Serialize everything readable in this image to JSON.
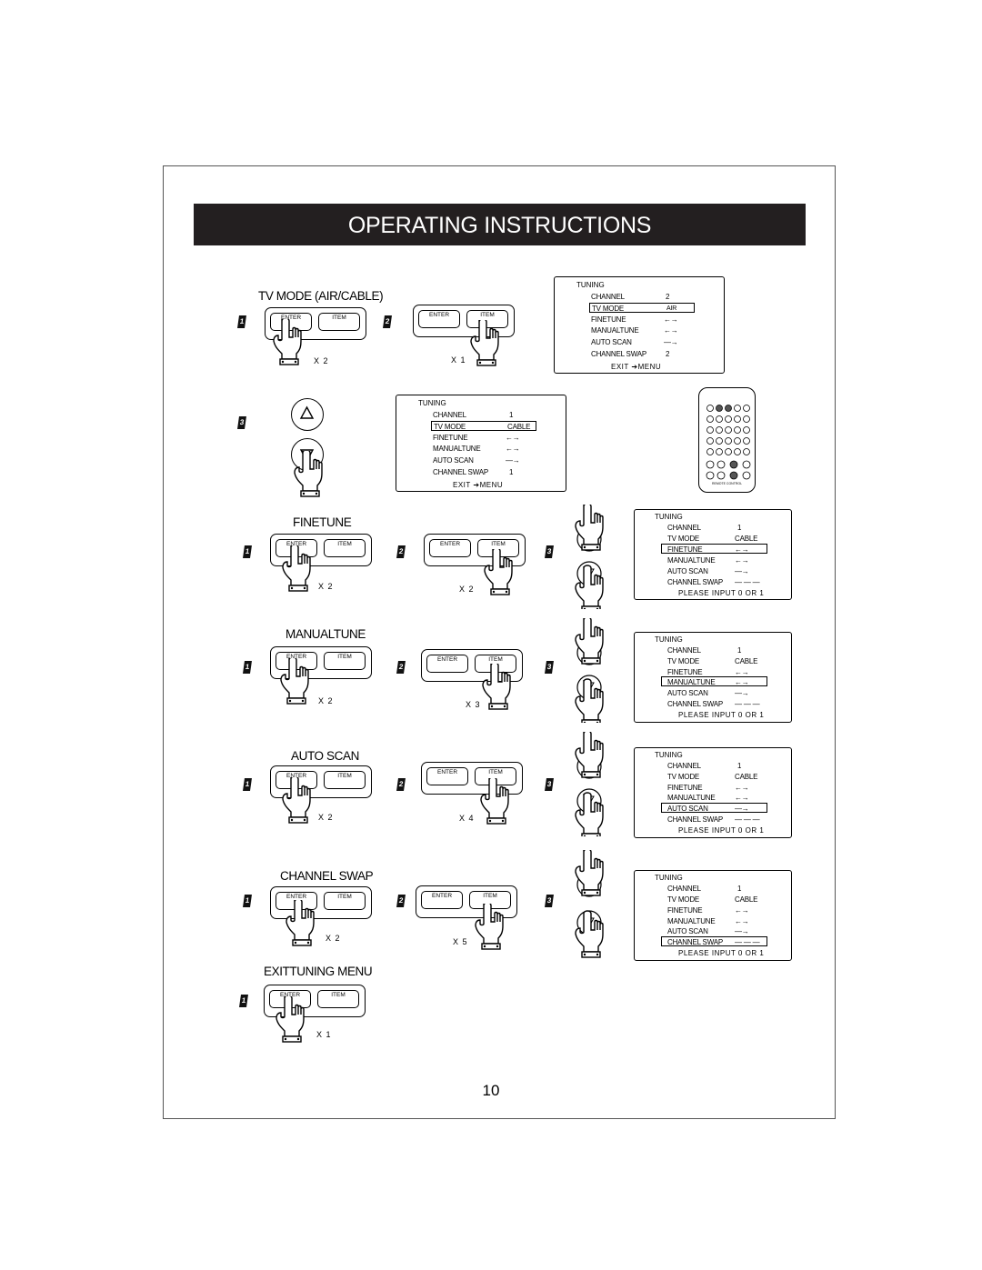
{
  "title": "OPERATING INSTRUCTIONS",
  "page_number": "10",
  "keys": {
    "enter": "ENTER",
    "item": "ITEM"
  },
  "steps": {
    "one": "1",
    "two": "2",
    "three": "3"
  },
  "sections": {
    "tv_mode": {
      "title": "TV MODE (AIR/CABLE)",
      "x1": "X 2",
      "x2": "X 1"
    },
    "fine_tune": {
      "title": "FINETUNE",
      "x1": "X 2",
      "x2": "X 2"
    },
    "manual_tune": {
      "title": "MANUALTUNE",
      "x1": "X 2",
      "x2": "X 3"
    },
    "auto_scan": {
      "title": "AUTO SCAN",
      "x1": "X 2",
      "x2": "X 4"
    },
    "channel_swap": {
      "title": "CHANNEL SWAP",
      "x1": "X 2",
      "x2": "X 5"
    },
    "exit": {
      "title": "EXITTUNING MENU",
      "x1": "X 1"
    }
  },
  "osd": {
    "title": "TUNING",
    "labels": {
      "channel": "CHANNEL",
      "tv_mode": "TV MODE",
      "finetune": "FINETUNE",
      "manualtune": "MANUALTUNE",
      "auto_scan": "AUTO SCAN",
      "channel_swap": "CHANNEL SWAP"
    },
    "values": {
      "air": "AIR",
      "cable": "CABLE",
      "two": "2",
      "one": "1"
    },
    "exit_menu": "EXIT",
    "exit_menu_suffix": "MENU",
    "please_input": "PLEASE INPUT 0 OR 1"
  },
  "remote_label": "REMOTE CONTROL"
}
